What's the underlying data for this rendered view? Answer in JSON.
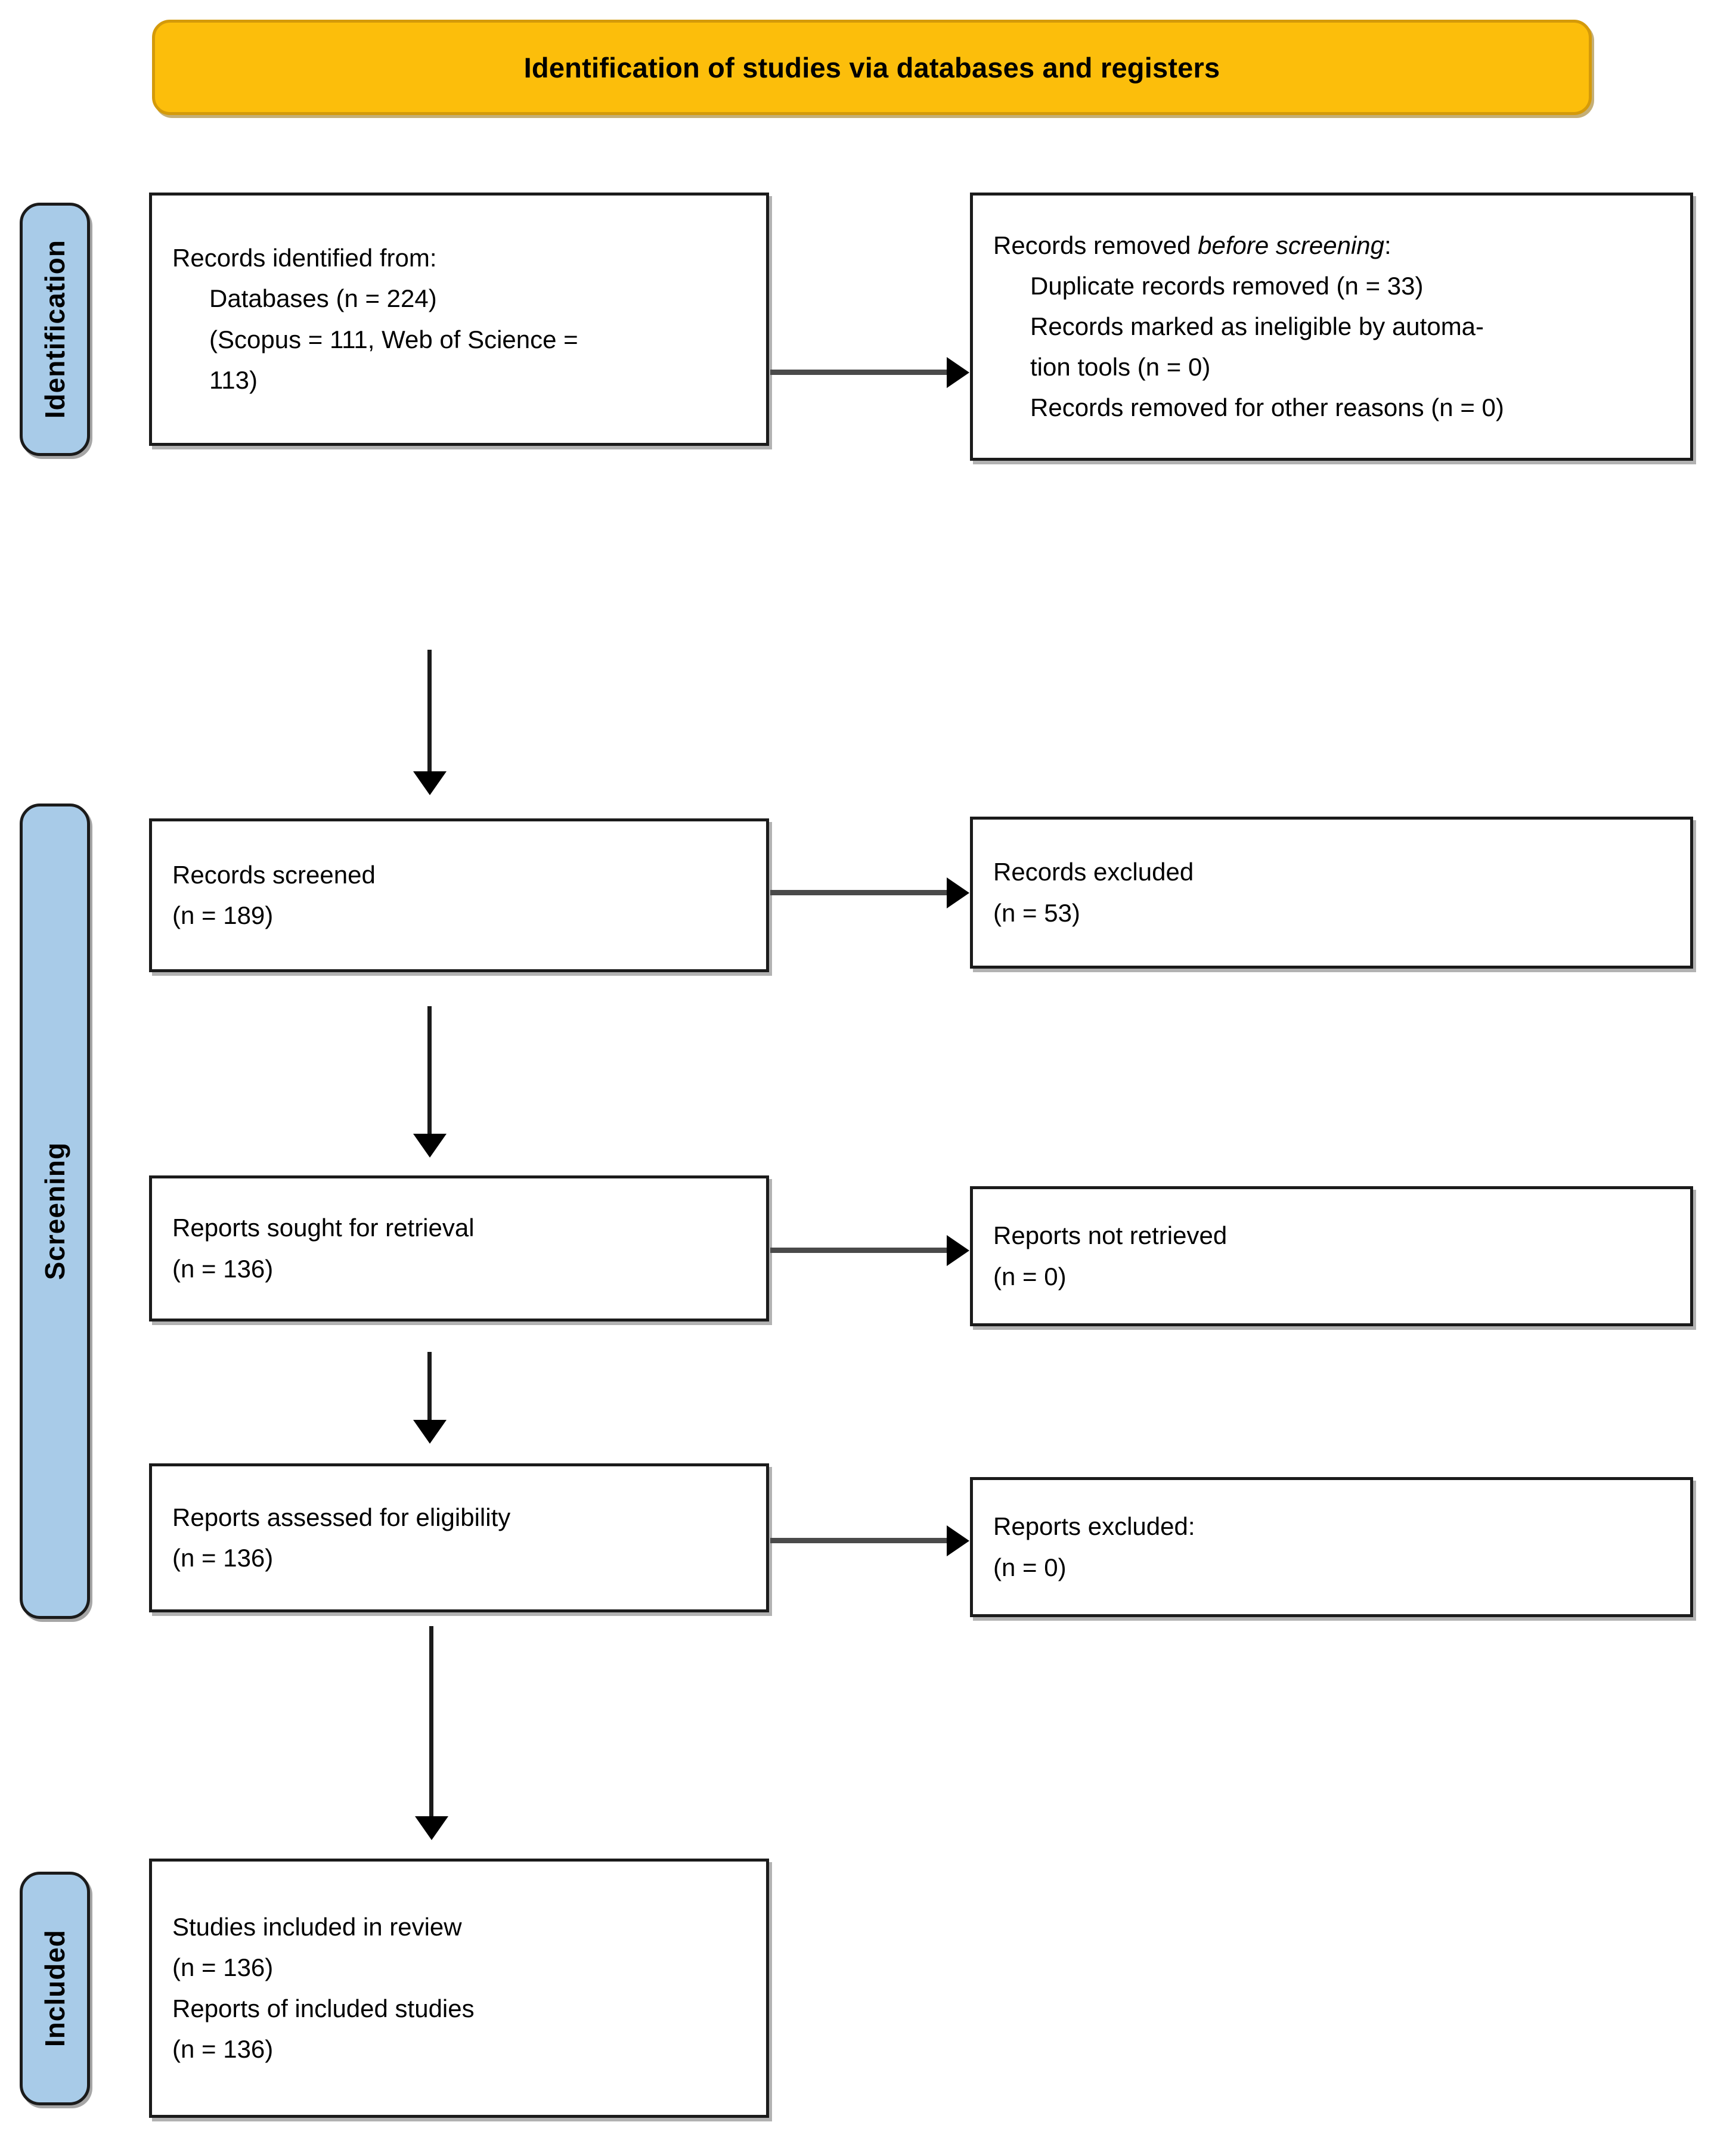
{
  "header": {
    "title": "Identification of studies via databases and registers"
  },
  "colors": {
    "banner_fill": "#FCBE0B",
    "banner_border": "#D49A0A",
    "stage_fill": "#A8CBE8",
    "box_border": "#1b1b1b",
    "arrow": "#1b1b1b"
  },
  "stages": [
    {
      "key": "identification",
      "label": "Identification"
    },
    {
      "key": "screening",
      "label": "Screening"
    },
    {
      "key": "included",
      "label": "Included"
    }
  ],
  "boxes": {
    "identified": {
      "line1": "Records identified from:",
      "line2": "Databases (n = 224)",
      "line3": "(Scopus = 111, Web of Science =",
      "line4": "113)"
    },
    "removed": {
      "line1_a": "Records removed ",
      "line1_em": "before screening",
      "line1_b": ":",
      "line2": "Duplicate records removed (n = 33)",
      "line3": "Records marked as ineligible by automa-",
      "line4": "tion tools (n = 0)",
      "line5": "Records removed for other reasons (n = 0)"
    },
    "screened": {
      "line1": "Records screened",
      "line2": "(n = 189)"
    },
    "excluded": {
      "line1": "Records excluded",
      "line2": "(n = 53)"
    },
    "sought": {
      "line1": "Reports sought for retrieval",
      "line2": "(n = 136)"
    },
    "not_retrieved": {
      "line1": "Reports not retrieved",
      "line2": "(n = 0)"
    },
    "assessed": {
      "line1": "Reports assessed for eligibility",
      "line2": "(n = 136)"
    },
    "reports_excluded": {
      "line1": "Reports excluded:",
      "line2": "(n = 0)"
    },
    "included": {
      "line1": "Studies included in review",
      "line2": "(n = 136)",
      "line3": "Reports of included studies",
      "line4": "(n = 136)"
    }
  },
  "chart_data": {
    "type": "diagram",
    "title": "Identification of studies via databases and registers",
    "nodes": [
      {
        "id": "identified",
        "stage": "Identification",
        "label": "Records identified from: Databases (n = 224) (Scopus = 111, Web of Science = 113)",
        "n": 224
      },
      {
        "id": "removed",
        "stage": "Identification",
        "label": "Records removed before screening",
        "duplicates": 33,
        "ineligible_automation": 0,
        "other_reasons": 0
      },
      {
        "id": "screened",
        "stage": "Screening",
        "label": "Records screened",
        "n": 189
      },
      {
        "id": "excluded",
        "stage": "Screening",
        "label": "Records excluded",
        "n": 53
      },
      {
        "id": "sought",
        "stage": "Screening",
        "label": "Reports sought for retrieval",
        "n": 136
      },
      {
        "id": "not_retrieved",
        "stage": "Screening",
        "label": "Reports not retrieved",
        "n": 0
      },
      {
        "id": "assessed",
        "stage": "Screening",
        "label": "Reports assessed for eligibility",
        "n": 136
      },
      {
        "id": "reports_excluded",
        "stage": "Screening",
        "label": "Reports excluded:",
        "n": 0
      },
      {
        "id": "included",
        "stage": "Included",
        "label": "Studies included in review",
        "studies": 136,
        "reports": 136
      }
    ],
    "edges": [
      {
        "from": "identified",
        "to": "removed",
        "direction": "right"
      },
      {
        "from": "identified",
        "to": "screened",
        "direction": "down"
      },
      {
        "from": "screened",
        "to": "excluded",
        "direction": "right"
      },
      {
        "from": "screened",
        "to": "sought",
        "direction": "down"
      },
      {
        "from": "sought",
        "to": "not_retrieved",
        "direction": "right"
      },
      {
        "from": "sought",
        "to": "assessed",
        "direction": "down"
      },
      {
        "from": "assessed",
        "to": "reports_excluded",
        "direction": "right"
      },
      {
        "from": "assessed",
        "to": "included",
        "direction": "down"
      }
    ]
  }
}
